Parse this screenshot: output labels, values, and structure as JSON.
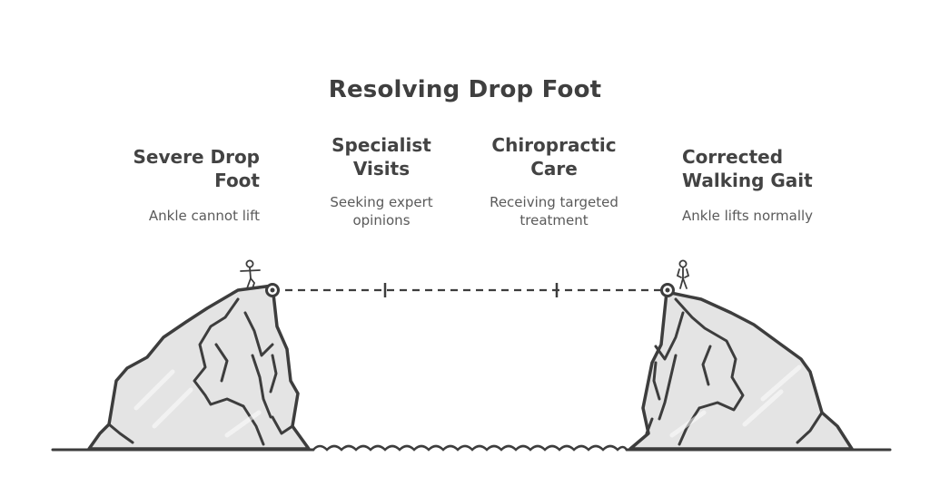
{
  "title": "Resolving Drop Foot",
  "stages": [
    {
      "title_line1": "Severe Drop",
      "title_line2": "Foot",
      "desc_line1": "Ankle cannot lift",
      "desc_line2": ""
    },
    {
      "title_line1": "Specialist",
      "title_line2": "Visits",
      "desc_line1": "Seeking expert",
      "desc_line2": "opinions"
    },
    {
      "title_line1": "Chiropractic",
      "title_line2": "Care",
      "desc_line1": "Receiving targeted",
      "desc_line2": "treatment"
    },
    {
      "title_line1": "Corrected",
      "title_line2": "Walking Gait",
      "desc_line1": "Ankle lifts normally",
      "desc_line2": ""
    }
  ],
  "colors": {
    "stroke": "#3d3d3d",
    "rock_fill": "#e4e4e4",
    "text": "#454545"
  },
  "icons": [
    "left-cliff",
    "right-cliff",
    "stick-figure-start",
    "stick-figure-end",
    "water-waves"
  ]
}
